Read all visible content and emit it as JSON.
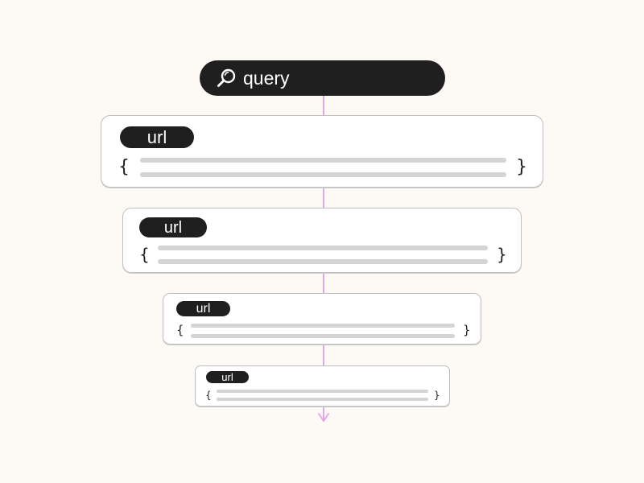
{
  "query": {
    "text": "query",
    "icon": "magnifier-icon"
  },
  "results": [
    {
      "url_label": "url",
      "open_brace": "{",
      "close_brace": "}"
    },
    {
      "url_label": "url",
      "open_brace": "{",
      "close_brace": "}"
    },
    {
      "url_label": "url",
      "open_brace": "{",
      "close_brace": "}"
    },
    {
      "url_label": "url",
      "open_brace": "{",
      "close_brace": "}"
    }
  ],
  "colors": {
    "background": "#fdf9f4",
    "pill": "#1f1f1f",
    "connector": "#e3a6ec",
    "placeholder_line": "#d4d4d4",
    "card": "#ffffff"
  }
}
